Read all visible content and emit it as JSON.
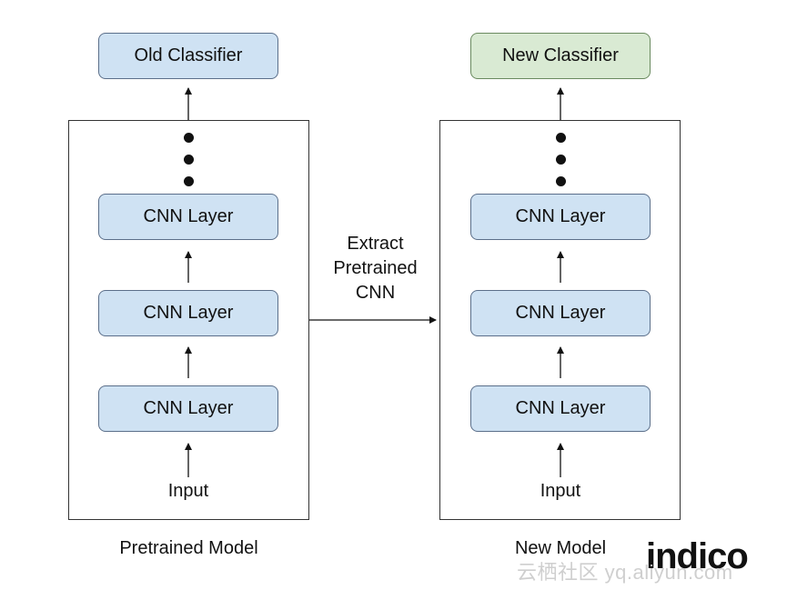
{
  "left": {
    "classifier": "Old Classifier",
    "layers": [
      "CNN Layer",
      "CNN Layer",
      "CNN Layer"
    ],
    "input": "Input",
    "caption": "Pretrained Model"
  },
  "right": {
    "classifier": "New Classifier",
    "layers": [
      "CNN Layer",
      "CNN Layer",
      "CNN Layer"
    ],
    "input": "Input",
    "caption": "New Model"
  },
  "transfer": {
    "line1": "Extract",
    "line2": "Pretrained",
    "line3": "CNN"
  },
  "logo": "indico",
  "watermark": "云栖社区 yq.aliyun.com",
  "colors": {
    "layer_fill": "#cfe2f3",
    "new_classifier_fill": "#d9ead3"
  }
}
